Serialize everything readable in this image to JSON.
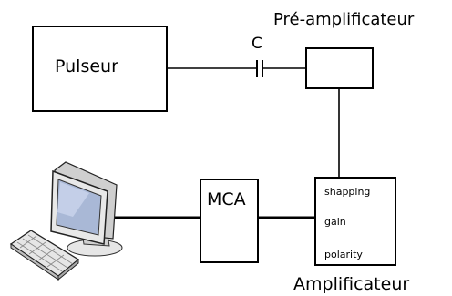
{
  "labels": {
    "pulseur": "Pulseur",
    "preamp": "Pré-amplificateur",
    "capacitor": "C",
    "mca": "MCA",
    "amplifier": "Amplificateur",
    "amp_shaping": "shapping",
    "amp_gain": "gain",
    "amp_polarity": "polarity"
  },
  "icons": {
    "computer": "computer-monitor-icon",
    "keyboard": "keyboard-icon"
  }
}
